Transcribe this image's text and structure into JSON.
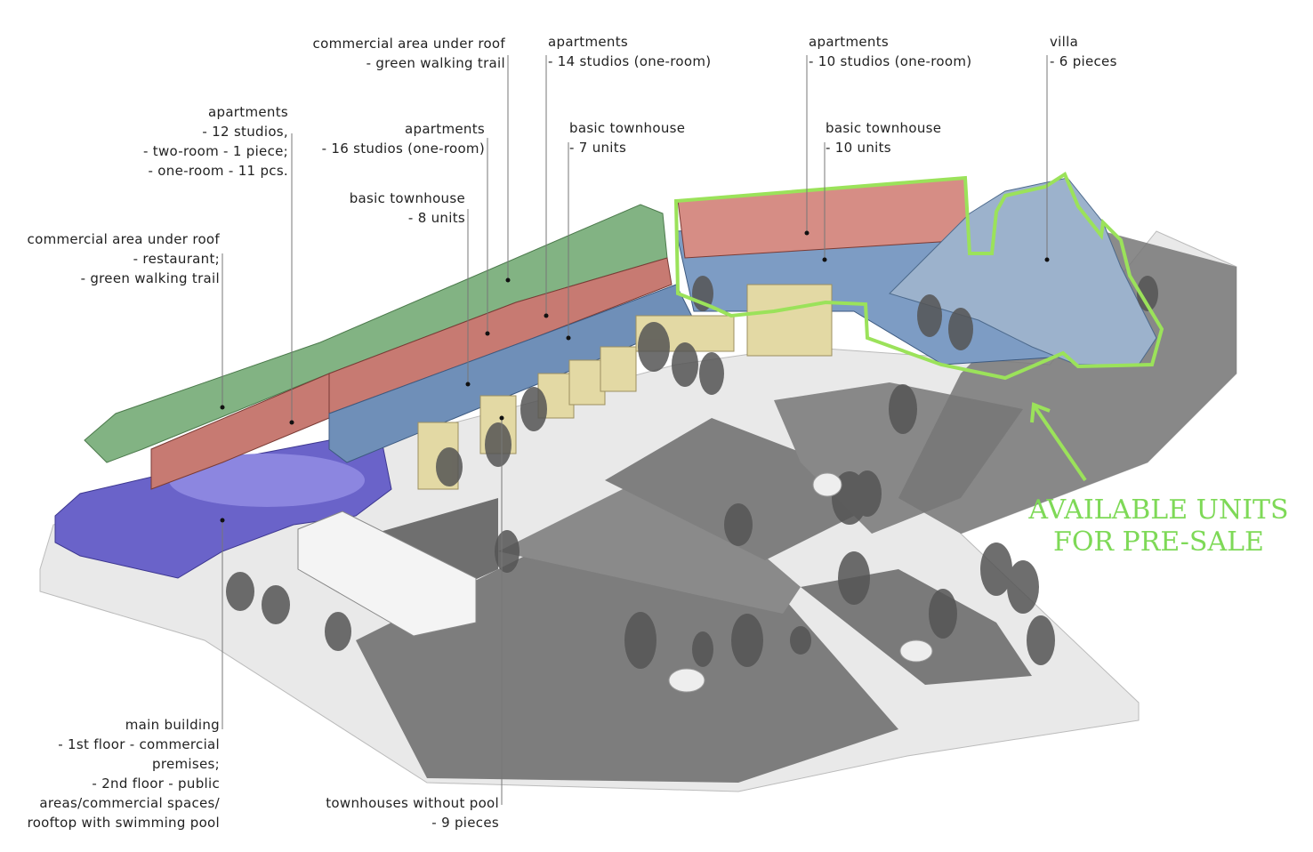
{
  "labels": {
    "commercial_top": {
      "title": "commercial area under roof",
      "lines": [
        "- green walking trail"
      ]
    },
    "apartments_14": {
      "title": "apartments",
      "lines": [
        "- 14 studios (one-room)"
      ]
    },
    "apartments_10": {
      "title": "apartments",
      "lines": [
        "- 10 studios (one-room)"
      ]
    },
    "villa": {
      "title": "villa",
      "lines": [
        "- 6 pieces"
      ]
    },
    "apartments_12": {
      "title": "apartments",
      "lines": [
        "- 12 studios,",
        "- two-room - 1 piece;",
        "- one-room - 11 pcs."
      ]
    },
    "apartments_16": {
      "title": "apartments",
      "lines": [
        "- 16 studios (one-room)"
      ]
    },
    "townhouse_7": {
      "title": "basic townhouse",
      "lines": [
        "- 7 units"
      ]
    },
    "townhouse_10": {
      "title": "basic townhouse",
      "lines": [
        "- 10 units"
      ]
    },
    "townhouse_8": {
      "title": "basic townhouse",
      "lines": [
        "- 8 units"
      ]
    },
    "commercial_restaurant": {
      "title": "commercial area under roof",
      "lines": [
        "- restaurant;",
        "- green walking trail"
      ]
    },
    "main_building": {
      "title": "main building",
      "lines": [
        "- 1st floor - commercial",
        "premises;",
        "- 2nd floor - public",
        "areas/commercial spaces/",
        "rooftop with swimming pool"
      ]
    },
    "townhouses_no_pool": {
      "title": "townhouses without pool",
      "lines": [
        "- 9 pieces"
      ]
    }
  },
  "callout": {
    "line1": "AVAILABLE UNITS",
    "line2": "FOR PRE-SALE"
  },
  "colors": {
    "highlight": "#9be25a",
    "callout_text": "#7ed957",
    "roof_green": "#7fb07f",
    "apartments_red": "#c77a72",
    "podium_blue": "#6f8fb8",
    "townhouse_yellow": "#e3d9a4",
    "main_purple": "#6a63c9",
    "ground": "#7a7a7a"
  }
}
